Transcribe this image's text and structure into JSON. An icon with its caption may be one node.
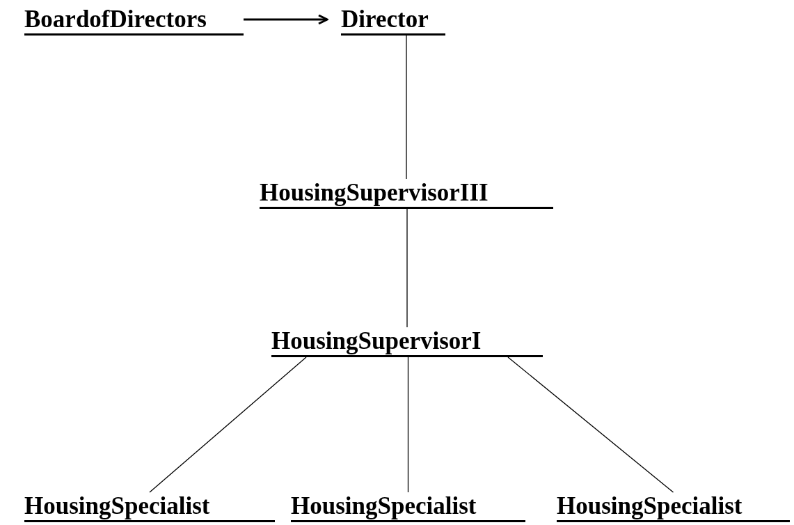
{
  "diagram": {
    "nodes": [
      {
        "text": [
          "BoardofDirectors"
        ]
      },
      {
        "text": [
          "Director"
        ]
      },
      {
        "text": [
          "HousingSupervisorIII"
        ]
      },
      {
        "text": [
          "HousingSupervisorI"
        ]
      },
      {
        "text": [
          "HousingSpecialist"
        ]
      },
      {
        "text": [
          "HousingSpecialist"
        ]
      },
      {
        "text": [
          "HousingSpecialist"
        ]
      }
    ],
    "edges": [
      {
        "from": 0,
        "to": 1,
        "arrow": "to"
      },
      {
        "from": 1,
        "to": 2,
        "arrow": "none"
      },
      {
        "from": 2,
        "to": 3,
        "arrow": "none"
      },
      {
        "from": 3,
        "to": 4,
        "arrow": "none"
      },
      {
        "from": 3,
        "to": 5,
        "arrow": "none"
      },
      {
        "from": 3,
        "to": 6,
        "arrow": "none"
      }
    ]
  }
}
